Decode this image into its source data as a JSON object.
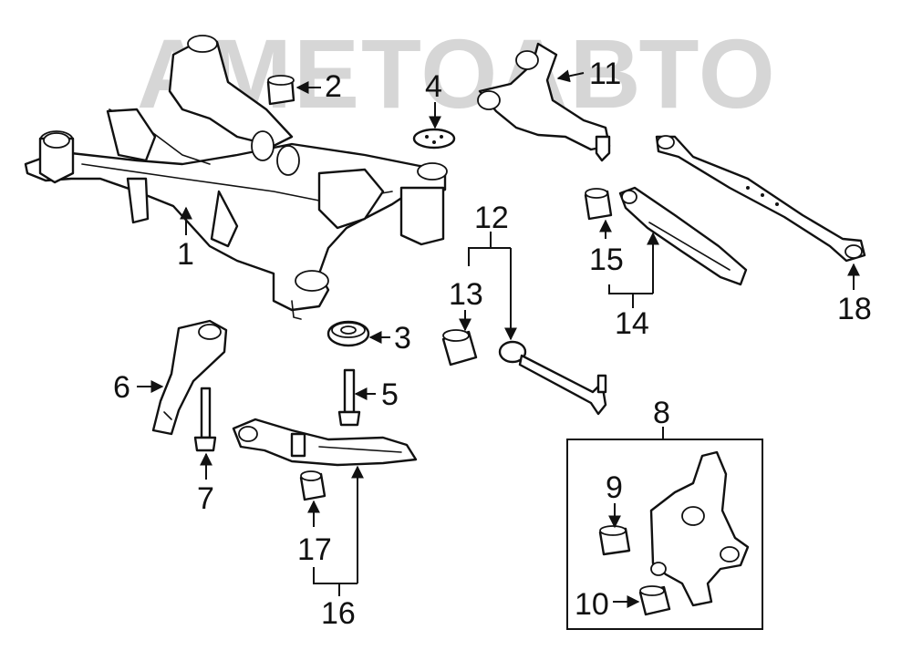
{
  "watermark": {
    "text": "АМЕТОАВТО",
    "color": "#d6d6d6"
  },
  "callouts": {
    "c1": "1",
    "c2": "2",
    "c3": "3",
    "c4": "4",
    "c5": "5",
    "c6": "6",
    "c7": "7",
    "c8": "8",
    "c9": "9",
    "c10": "10",
    "c11": "11",
    "c12": "12",
    "c13": "13",
    "c14": "14",
    "c15": "15",
    "c16": "16",
    "c17": "17",
    "c18": "18"
  },
  "colors": {
    "line": "#111111",
    "background": "#ffffff"
  }
}
